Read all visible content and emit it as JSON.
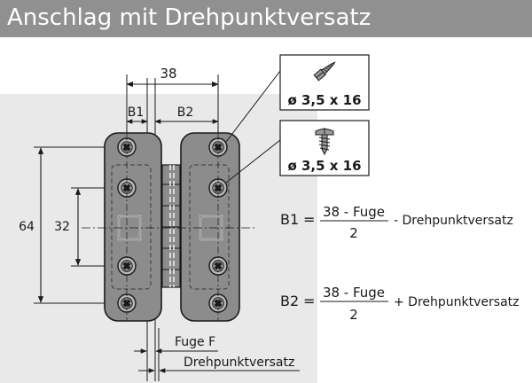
{
  "title": "Anschlag mit Drehpunktversatz",
  "dimensions": {
    "total_width": "38",
    "b1": "B1",
    "b2": "B2",
    "height_64": "64",
    "height_32": "32",
    "gap": "Fuge F",
    "pivot_offset": "Drehpunktversatz"
  },
  "screws": [
    {
      "label": "ø 3,5 x 16"
    },
    {
      "label": "ø 3,5 x 16"
    }
  ],
  "formulas": [
    {
      "lhs": "B1",
      "eq": "=",
      "numerator": "38 - Fuge",
      "denominator": "2",
      "op_term": "- Drehpunktversatz"
    },
    {
      "lhs": "B2",
      "eq": "=",
      "numerator": "38 - Fuge",
      "denominator": "2",
      "op_term": "+ Drehpunktversatz"
    }
  ],
  "colors": {
    "title_bar": "#909090",
    "panel": "#e9e9e9",
    "hinge_body": "#8c8c8c",
    "line": "#1a1a1a"
  }
}
